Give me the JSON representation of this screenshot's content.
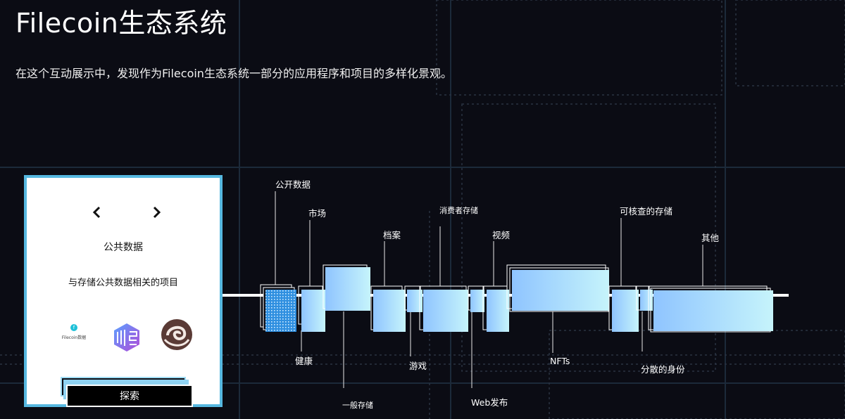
{
  "title": "Filecoin生态系统",
  "description": "在这个互动展示中，发现作为Filecoin生态系统一部分的应用程序和项目的多样化景观。",
  "panel": {
    "prev_icon": "chevron-left-icon",
    "next_icon": "chevron-right-icon",
    "category_title": "公共数据",
    "category_desc": "与存储公共数据相关的项目",
    "logos": [
      "filecoin-data-logo",
      "cube-logo",
      "sphere-logo"
    ],
    "filecoin_logo_text": "Filecoin数据",
    "explore_label": "探索"
  },
  "categories_top": [
    "公开数据",
    "市场",
    "档案",
    "消费者存储",
    "视频",
    "可核查的存储",
    "其他"
  ],
  "categories_bottom": [
    "健康",
    "一般存储",
    "游戏",
    "Web发布",
    "NFTs",
    "分散的身份"
  ],
  "colors": {
    "accent": "#56b8e0",
    "box_from": "#8fc4ff",
    "box_to": "#c6f4fb",
    "background": "#0b0c14"
  }
}
